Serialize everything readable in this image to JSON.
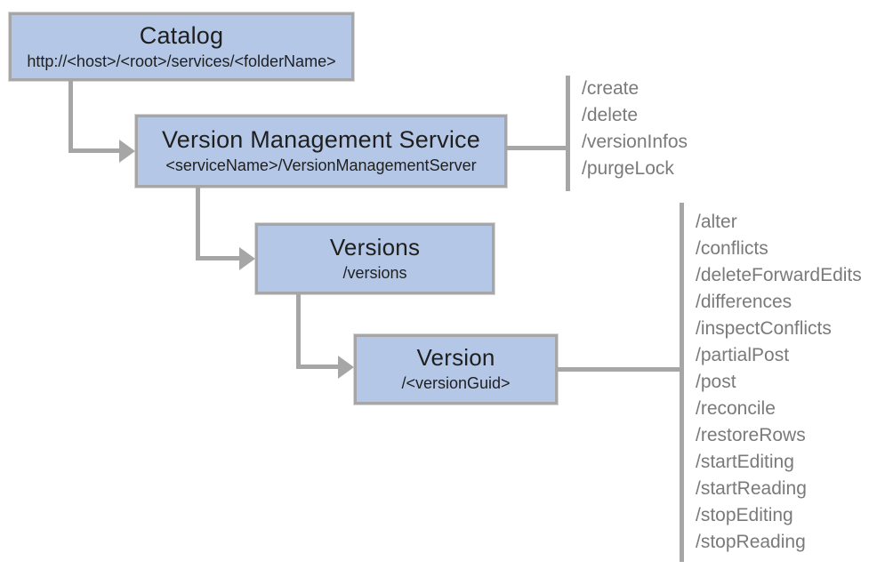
{
  "diagram": {
    "nodes": [
      {
        "id": "catalog",
        "title": "Catalog",
        "subtitle": "http://<host>/<root>/services/<folderName>"
      },
      {
        "id": "vms",
        "title": "Version Management Service",
        "subtitle": "<serviceName>/VersionManagementServer"
      },
      {
        "id": "versions",
        "title": "Versions",
        "subtitle": "/versions"
      },
      {
        "id": "version",
        "title": "Version",
        "subtitle": "/<versionGuid>"
      }
    ],
    "operations": {
      "vms": [
        "/create",
        "/delete",
        "/versionInfos",
        "/purgeLock"
      ],
      "version": [
        "/alter",
        "/conflicts",
        "/deleteForwardEdits",
        "/differences",
        "/inspectConflicts",
        "/partialPost",
        "/post",
        "/reconcile",
        "/restoreRows",
        "/startEditing",
        "/startReading",
        "/stopEditing",
        "/stopReading"
      ]
    }
  },
  "colors": {
    "box-fill": "#b4c7e7",
    "box-border": "#a6a6a6",
    "connector": "#a6a6a6",
    "title-text": "#1f1f1f",
    "operation-text": "#7a7a7a",
    "background": "#ffffff"
  }
}
